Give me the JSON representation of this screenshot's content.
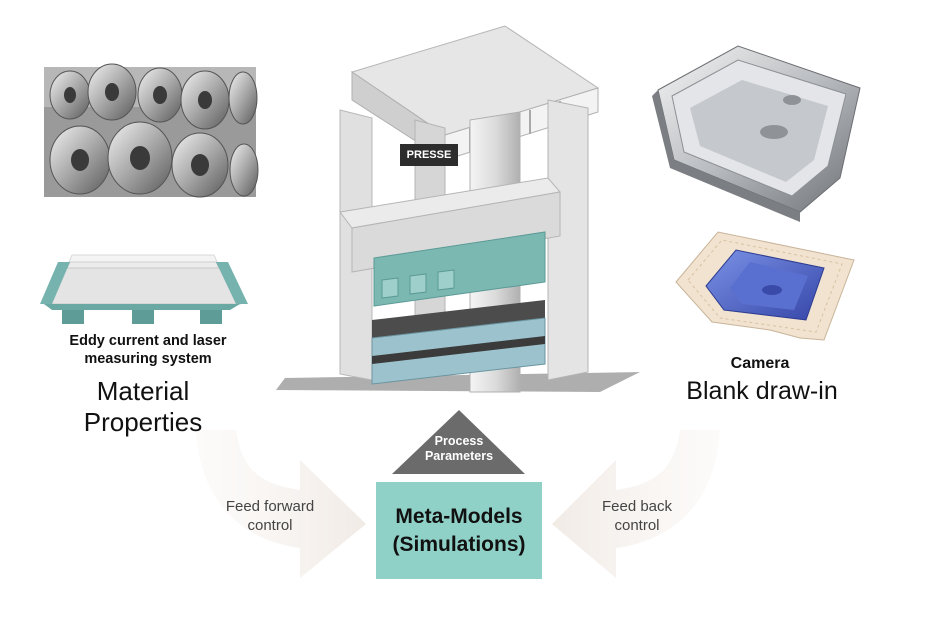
{
  "press": {
    "label": "PRESSE"
  },
  "material": {
    "sensor_caption": "Eddy current and laser measuring system",
    "title": "Material Properties"
  },
  "camera": {
    "caption": "Camera",
    "title": "Blank draw-in"
  },
  "process": {
    "label": "Process Parameters"
  },
  "meta_models": {
    "line1": "Meta-Models",
    "line2": "(Simulations)"
  },
  "feed_forward": {
    "label": "Feed forward control"
  },
  "feed_back": {
    "label": "Feed back control"
  },
  "colors": {
    "teal": "#8fd0c7",
    "steel": "#d9dadc",
    "dark_gray": "#6b6b6b"
  }
}
